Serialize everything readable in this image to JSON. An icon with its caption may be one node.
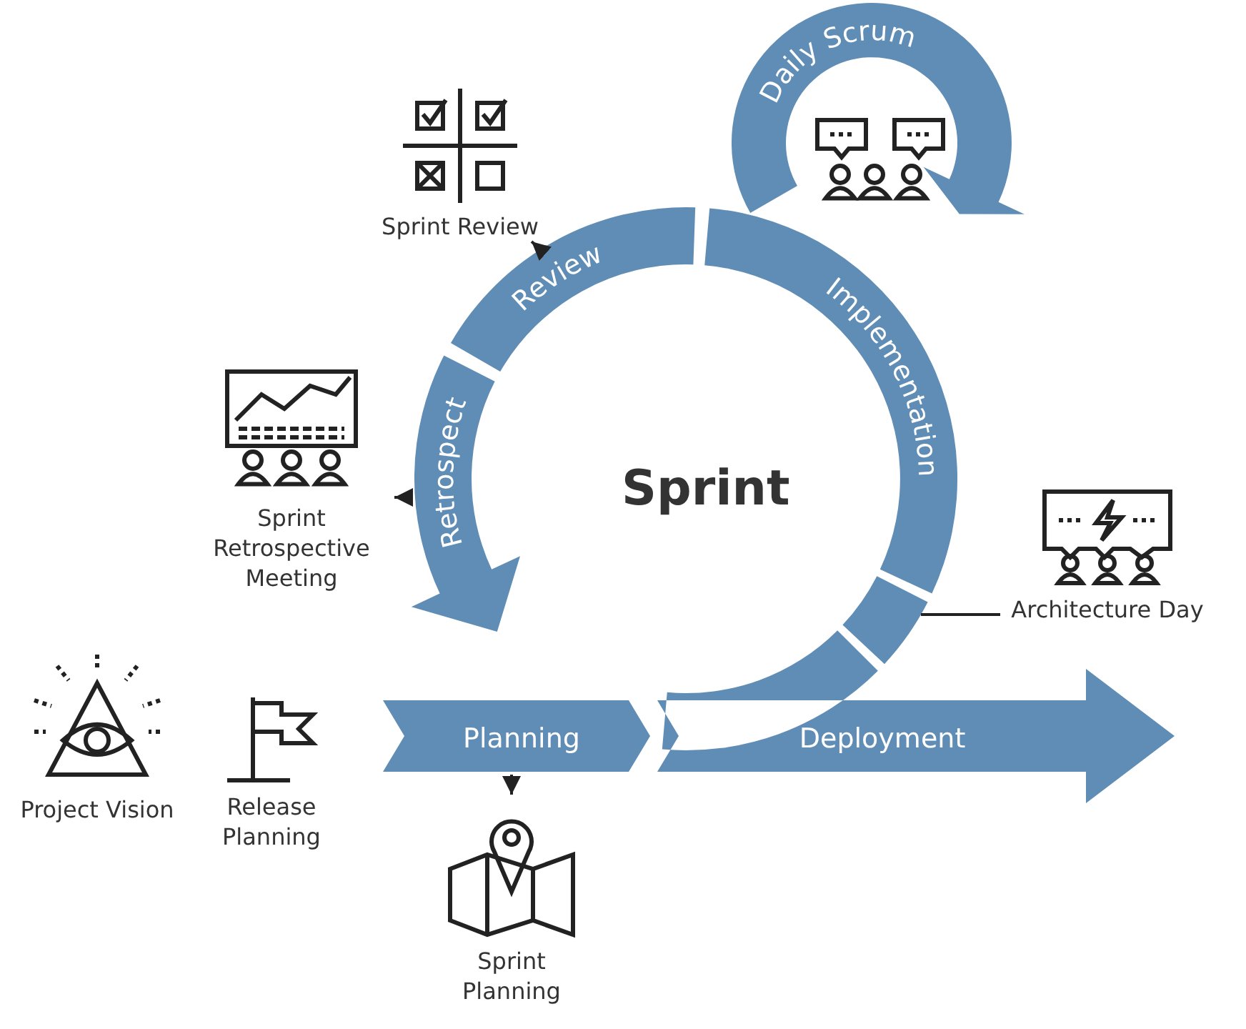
{
  "diagram": {
    "nodes": [
      {
        "text": [
          "Planning"
        ]
      },
      {
        "text": [
          "Implementation"
        ]
      },
      {
        "text": [
          "Daily Scrum"
        ]
      },
      {
        "text": [
          "Review"
        ]
      },
      {
        "text": [
          "Retrospect"
        ]
      },
      {
        "text": [
          "Deployment"
        ]
      },
      {
        "text": [],
        "shape": "box"
      },
      {
        "text": [
          "Sprint Review"
        ]
      },
      {
        "text": [
          "Sprint Retrospective Meeting"
        ]
      },
      {
        "text": [
          "Project Vision"
        ]
      },
      {
        "text": [
          "Release Planning"
        ]
      },
      {
        "text": [
          "Sprint Planning"
        ]
      },
      {
        "text": [
          "Architecture Day"
        ]
      }
    ],
    "edges": [
      {
        "from": 12,
        "to": 6,
        "arrow": "none"
      },
      {
        "from": 3,
        "to": 7,
        "arrow": "to"
      },
      {
        "from": 4,
        "to": 8,
        "arrow": "to"
      },
      {
        "from": 0,
        "to": 11,
        "arrow": "to"
      }
    ],
    "labels": [
      "Sprint"
    ]
  }
}
